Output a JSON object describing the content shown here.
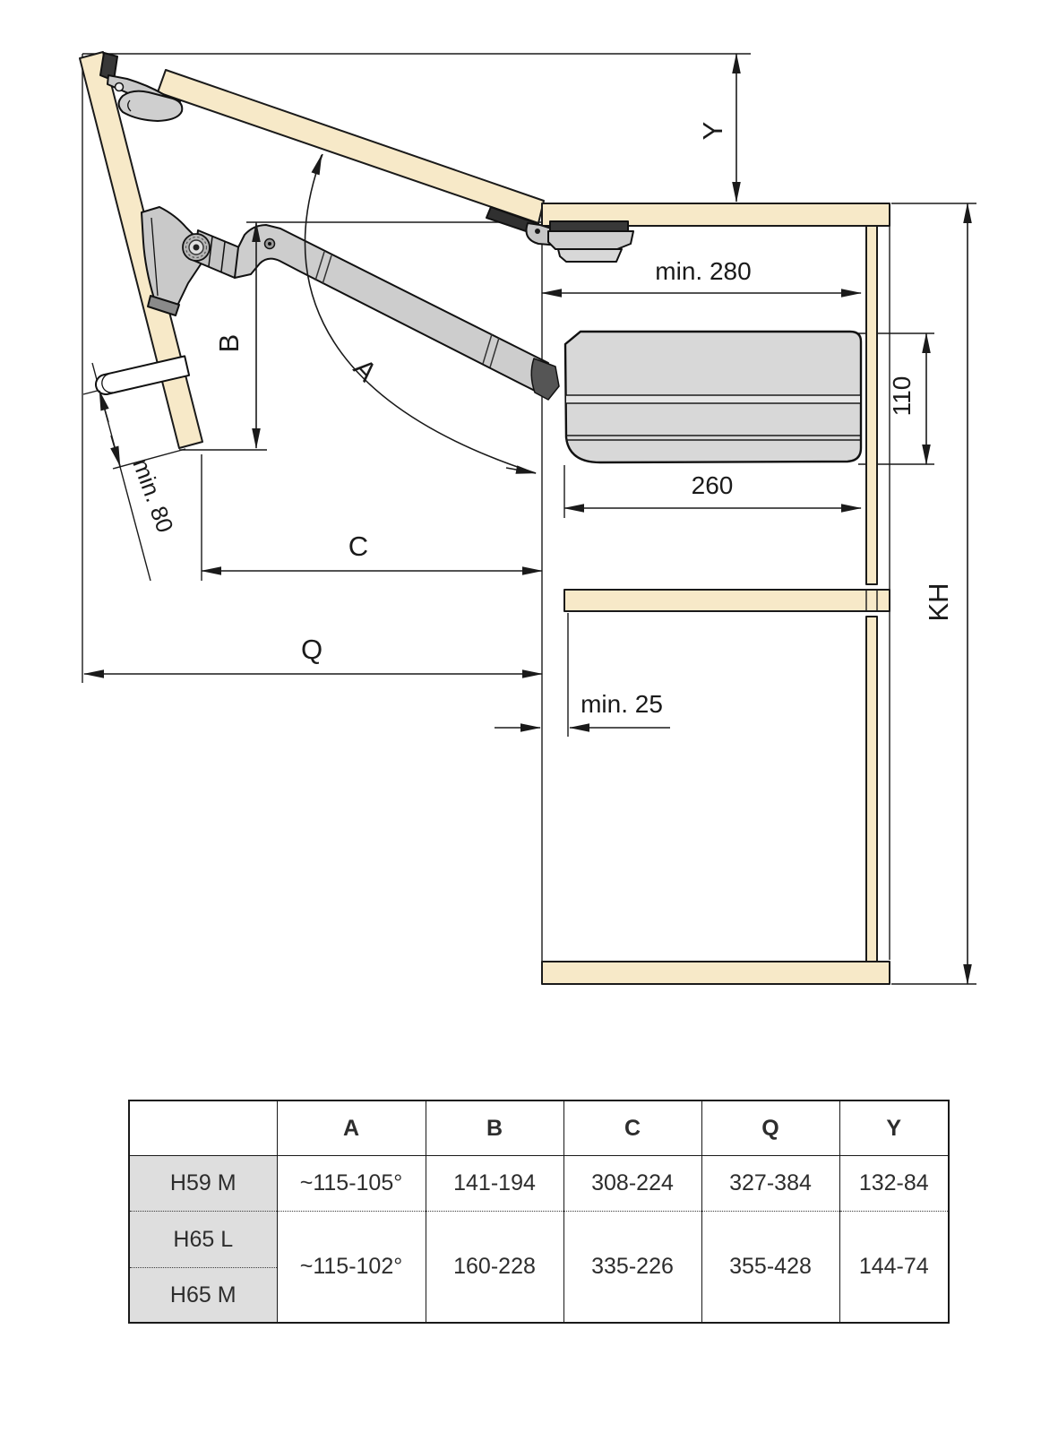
{
  "diagram": {
    "dims": {
      "y": "Y",
      "b": "B",
      "a": "A",
      "c": "C",
      "q": "Q",
      "kh": "KH",
      "min_280": "min. 280",
      "h110": "110",
      "w260": "260",
      "min_25": "min. 25",
      "min_80": "min. 80"
    },
    "colors": {
      "wood": "#f7e9c8",
      "mechanism_gray": "#c9c9c9",
      "housing_gray": "#d8d8d8",
      "dark_part": "#383838",
      "line": "#1a1a1a"
    }
  },
  "table": {
    "col_headers": [
      "",
      "A",
      "B",
      "C",
      "Q",
      "Y"
    ],
    "rows": [
      {
        "model": "H59 M",
        "a": "~115-105°",
        "b": "141-194",
        "c": "308-224",
        "q": "327-384",
        "y": "132-84"
      },
      {
        "model": "H65 L"
      },
      {
        "model": "H65 M"
      }
    ],
    "merged_row": {
      "a": "~115-102°",
      "b": "160-228",
      "c": "335-226",
      "q": "355-428",
      "y": "144-74"
    }
  }
}
